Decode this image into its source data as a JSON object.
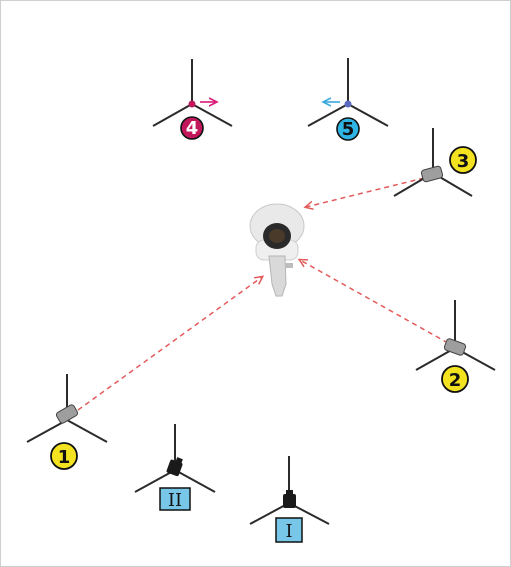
{
  "colors": {
    "background": "#ffffff",
    "border": "#cfcfcf",
    "stand": "#2b2b2b",
    "dashed_line": "#e35a5a",
    "yellow_badge": "#f3e21f",
    "magenta_badge": "#c2185b",
    "cyan_badge": "#2fb4e6",
    "roman_box": "#79c7e8",
    "arrow_magenta": "#d81b79",
    "arrow_cyan": "#39a9dc"
  },
  "lights": [
    {
      "id": "light-1",
      "label": "1",
      "badge_color": "yellow"
    },
    {
      "id": "light-2",
      "label": "2",
      "badge_color": "yellow"
    },
    {
      "id": "light-3",
      "label": "3",
      "badge_color": "yellow"
    },
    {
      "id": "light-4",
      "label": "4",
      "badge_color": "magenta"
    },
    {
      "id": "light-5",
      "label": "5",
      "badge_color": "cyan"
    }
  ],
  "cameras": [
    {
      "id": "camera-I",
      "label": "I"
    },
    {
      "id": "camera-II",
      "label": "II"
    }
  ],
  "icons": {
    "subject": "subject-seated-person-icon",
    "light_stand": "light-stand-icon",
    "camera_stand": "camera-tripod-icon"
  }
}
